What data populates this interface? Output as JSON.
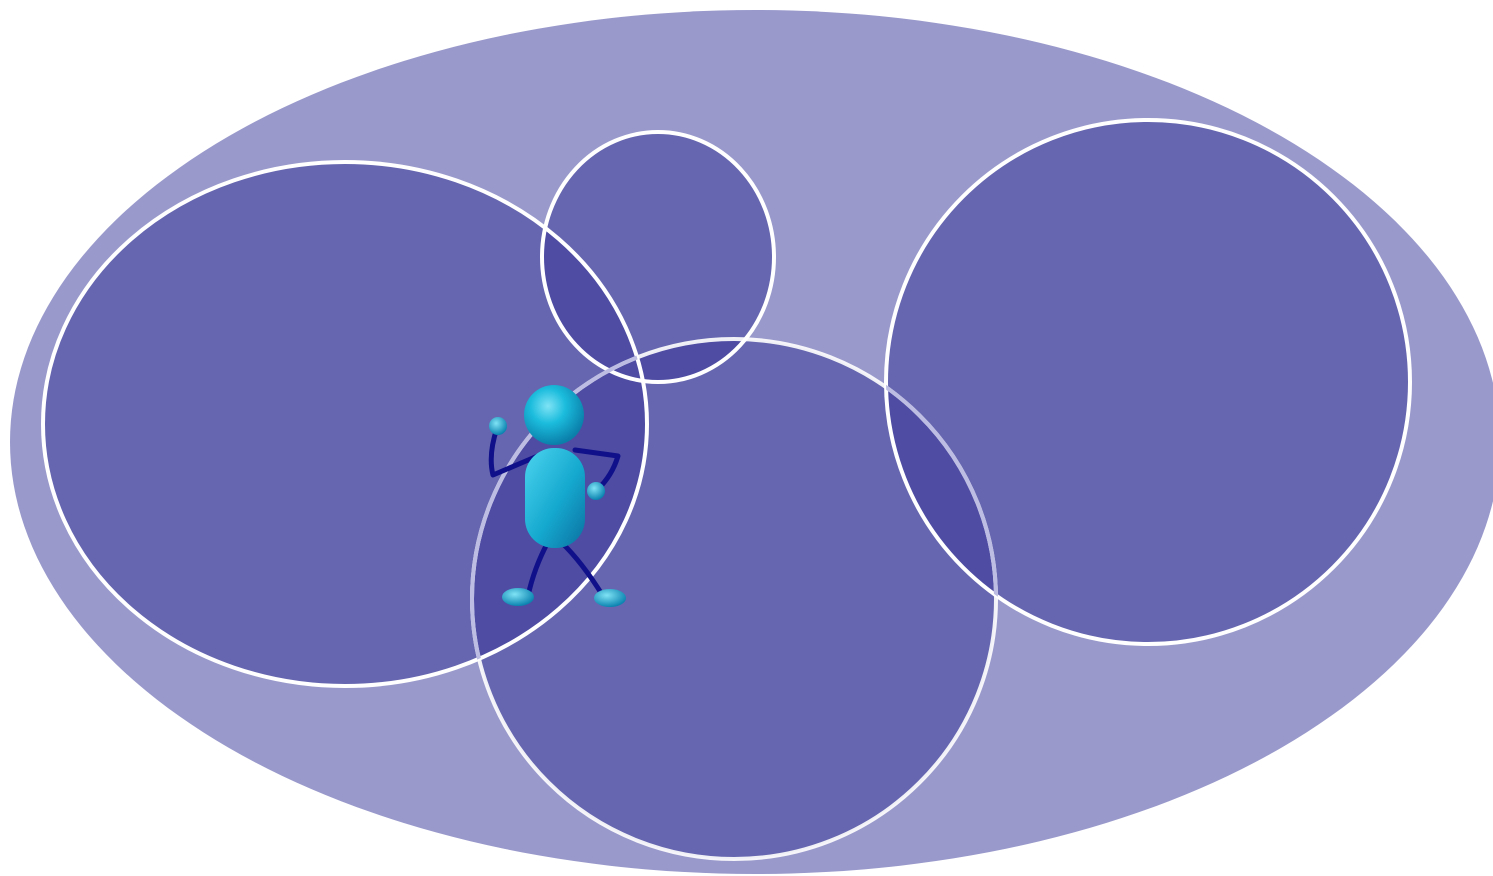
{
  "diagram": {
    "kind": "venn-style overlapping circles",
    "colors": {
      "background": "#ffffff",
      "outer_ellipse": "#9999CC",
      "circle_fill": "#6666B0",
      "overlap_fill": "#4E4CA3",
      "circle_stroke": "#ffffff",
      "figure_body": "#19B8DA",
      "figure_limbs": "#10108A"
    },
    "circles": [
      {
        "id": "left-circle"
      },
      {
        "id": "top-small-circle"
      },
      {
        "id": "bottom-center-circle"
      },
      {
        "id": "right-circle"
      }
    ],
    "figure": {
      "icon": "person-figure-icon"
    }
  }
}
